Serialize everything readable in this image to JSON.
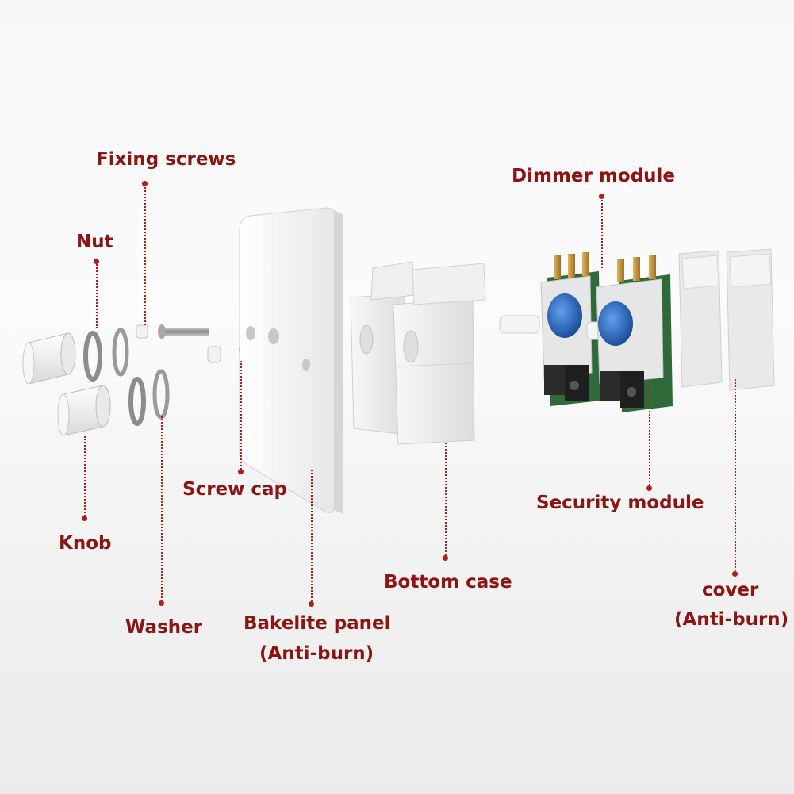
{
  "labels": {
    "fixing_screws": "Fixing screws",
    "nut": "Nut",
    "dimmer_module": "Dimmer module",
    "screw_cap": "Screw cap",
    "security_module": "Security module",
    "knob": "Knob",
    "bottom_case": "Bottom case",
    "cover": "cover",
    "cover_note": "(Anti-burn)",
    "washer": "Washer",
    "bakelite_panel": "Bakelite panel",
    "bakelite_note": "(Anti-burn)"
  },
  "colors": {
    "label": "#8e1414",
    "leader": "#b01d1d",
    "panel": "#ffffff",
    "pcb": "#2f6b3a",
    "brass": "#c9973a",
    "knob_blue": "#2d6fc7",
    "metal": "#9a9a9a"
  }
}
